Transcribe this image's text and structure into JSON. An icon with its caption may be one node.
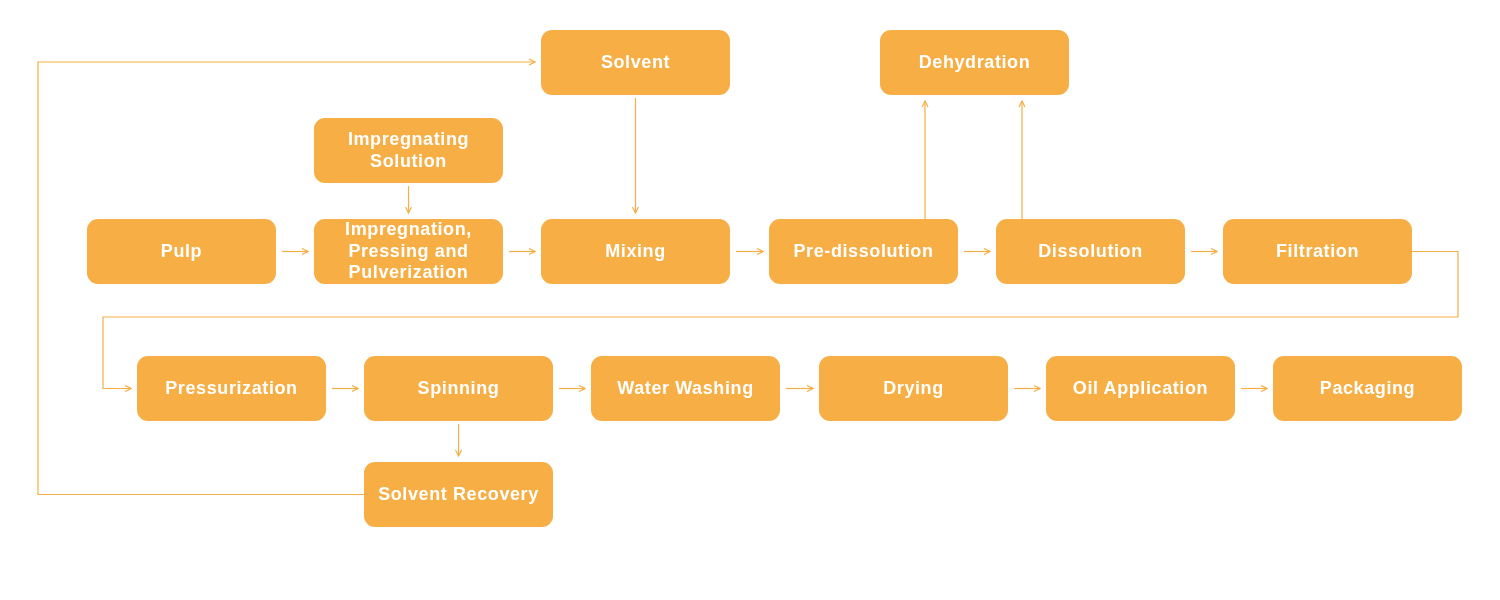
{
  "diagram": {
    "nodes": [
      {
        "text": [
          "Solvent"
        ]
      },
      {
        "text": [
          "Dehydration"
        ]
      },
      {
        "text": [
          "Impregnating Solution"
        ]
      },
      {
        "text": [
          "Pulp"
        ]
      },
      {
        "text": [
          "Impregnation, Pressing and Pulverization"
        ]
      },
      {
        "text": [
          "Mixing"
        ]
      },
      {
        "text": [
          "Pre-dissolution"
        ]
      },
      {
        "text": [
          "Dissolution"
        ]
      },
      {
        "text": [
          "Filtration"
        ]
      },
      {
        "text": [
          "Pressurization"
        ]
      },
      {
        "text": [
          "Spinning"
        ]
      },
      {
        "text": [
          "Water Washing"
        ]
      },
      {
        "text": [
          "Drying"
        ]
      },
      {
        "text": [
          "Oil Application"
        ]
      },
      {
        "text": [
          "Packaging"
        ]
      },
      {
        "text": [
          "Solvent Recovery"
        ]
      }
    ],
    "edges": [
      {
        "from": 3,
        "to": 4,
        "arrow": "to"
      },
      {
        "from": 2,
        "to": 4,
        "arrow": "to"
      },
      {
        "from": 4,
        "to": 5,
        "arrow": "to"
      },
      {
        "from": 0,
        "to": 5,
        "arrow": "to"
      },
      {
        "from": 5,
        "to": 6,
        "arrow": "to"
      },
      {
        "from": 6,
        "to": 1,
        "arrow": "to"
      },
      {
        "from": 7,
        "to": 1,
        "arrow": "to"
      },
      {
        "from": 6,
        "to": 7,
        "arrow": "to"
      },
      {
        "from": 7,
        "to": 8,
        "arrow": "to"
      },
      {
        "from": 8,
        "to": 9,
        "arrow": "to"
      },
      {
        "from": 9,
        "to": 10,
        "arrow": "to"
      },
      {
        "from": 10,
        "to": 11,
        "arrow": "to"
      },
      {
        "from": 11,
        "to": 12,
        "arrow": "to"
      },
      {
        "from": 12,
        "to": 13,
        "arrow": "to"
      },
      {
        "from": 13,
        "to": 14,
        "arrow": "to"
      },
      {
        "from": 10,
        "to": 15,
        "arrow": "to"
      },
      {
        "from": 15,
        "to": 0,
        "arrow": "to"
      }
    ]
  }
}
